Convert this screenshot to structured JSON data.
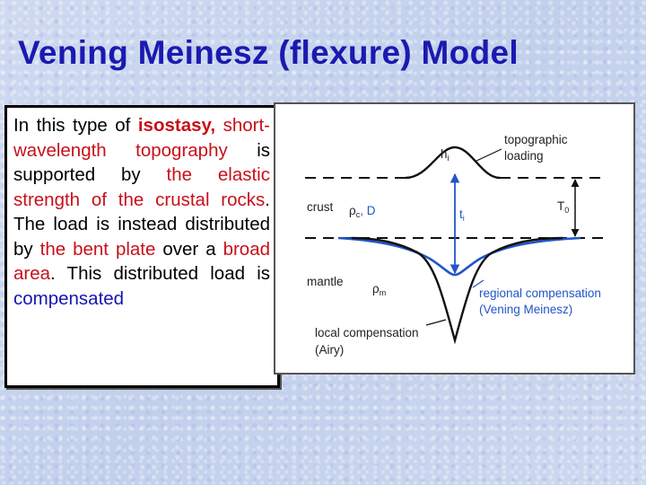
{
  "title": "Vening Meinesz (flexure) Model",
  "body_text": [
    {
      "text": "In this type of ",
      "style": "plain"
    },
    {
      "text": "isostasy,",
      "style": "red-bold"
    },
    {
      "text": " short-wavelength topography",
      "style": "red"
    },
    {
      "text": " is supported by ",
      "style": "plain"
    },
    {
      "text": "the elastic strength of the crustal rocks",
      "style": "red"
    },
    {
      "text": ". The load is instead distributed by ",
      "style": "plain"
    },
    {
      "text": "the bent plate",
      "style": "red"
    },
    {
      "text": " over a ",
      "style": "plain"
    },
    {
      "text": "broad area",
      "style": "red"
    },
    {
      "text": ". This distributed load is ",
      "style": "plain"
    },
    {
      "text": "compensated",
      "style": "blue"
    }
  ],
  "diagram": {
    "labels": {
      "h": "h",
      "h_sub": "i",
      "topographic": "topographic",
      "loading": "loading",
      "crust": "crust",
      "rho_c_d": "ρ",
      "rho_c_sub": "c",
      "rho_c_rest": ", D",
      "t": "t",
      "t_sub": "i",
      "t_sup": "·",
      "T": "T",
      "T_sub": "0",
      "mantle": "mantle",
      "rho_m": "ρ",
      "rho_m_sub": "m",
      "regional_1": "regional compensation",
      "regional_2": "(Vening Meinesz)",
      "local_1": "local compensation",
      "local_2": "(Airy)"
    },
    "colors": {
      "line": "#111111",
      "compensation": "#2255c8",
      "title": "#1a1ab0",
      "emphasis": "#c8101a"
    }
  }
}
